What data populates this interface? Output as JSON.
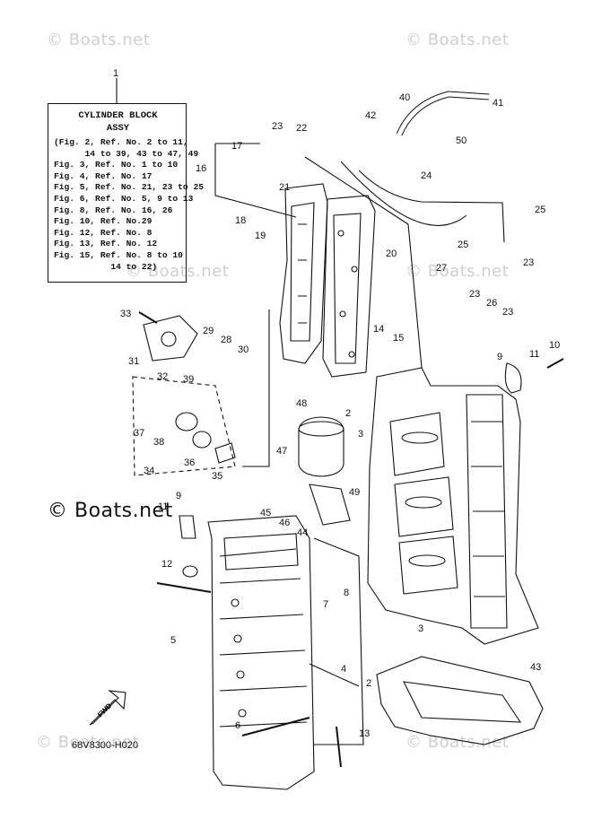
{
  "watermark": "© Boats.net",
  "title_box": {
    "heading1": "CYLINDER BLOCK",
    "heading2": "ASSY",
    "lines": [
      "(Fig. 2, Ref. No. 2 to 11,",
      "      14 to 39, 43 to 47, 49",
      "Fig. 3, Ref. No. 1 to 10",
      "Fig. 4, Ref. No. 17",
      "Fig. 5, Ref. No. 21, 23 to 25",
      "Fig. 6, Ref. No. 5, 9 to 13",
      "Fig. 8, Ref. No. 16, 26",
      "Fig. 10, Ref. No.29",
      "Fig. 12, Ref. No. 8",
      "Fig. 13, Ref. No. 12",
      "Fig. 15, Ref. No. 8 to 10",
      "           14 to 22)"
    ]
  },
  "drawing_code": "68V8300-H020",
  "fwd_label": "FWD",
  "callouts": [
    "1",
    "2",
    "2",
    "3",
    "3",
    "4",
    "5",
    "6",
    "7",
    "8",
    "9",
    "9",
    "10",
    "11",
    "11",
    "12",
    "13",
    "14",
    "15",
    "16",
    "17",
    "18",
    "19",
    "20",
    "21",
    "22",
    "23",
    "23",
    "23",
    "23",
    "24",
    "25",
    "25",
    "26",
    "27",
    "28",
    "29",
    "30",
    "31",
    "32",
    "33",
    "34",
    "35",
    "36",
    "37",
    "38",
    "39",
    "40",
    "41",
    "42",
    "43",
    "44",
    "45",
    "46",
    "47",
    "48",
    "49",
    "50"
  ]
}
